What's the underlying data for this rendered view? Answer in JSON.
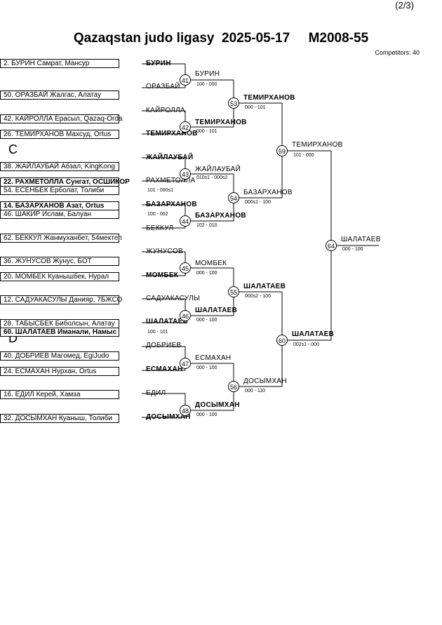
{
  "page_number": "(2/3)",
  "title": "Qazaqstan judo ligasy  2025-05-17     M2008-55",
  "competitors": "Competitors: 40",
  "pools": [
    "C",
    "D"
  ],
  "slots": [
    {
      "text": "2. БУРИН Самрат, Мансур",
      "bold": false
    },
    {
      "text": "50. ОРАЗБАЙ Жалгас, Алатау",
      "bold": false
    },
    {
      "text": "42. КАЙРОЛЛА Ерасыл, Qazaq-Orda",
      "bold": false
    },
    {
      "text": "26. ТЕМИРХАНОВ Махсуд, Ortus",
      "bold": false
    },
    {
      "text": "38. ЖАЙЛАУБАЙ Абзал, KingKong",
      "bold": false
    },
    {
      "text": "22. РАХМЕТОЛЛА Сунгат, ОСШИКОР",
      "bold": true
    },
    {
      "text": "54. ЕСЕНБЕК Ерболат, Толиби",
      "bold": false
    },
    {
      "text": "14. БАЗАРХАНОВ Азат, Ortus",
      "bold": true
    },
    {
      "text": "46. ШАКИР Ислам, Балуан",
      "bold": false
    },
    {
      "text": "62. БЕККУЛ Жанмуханбет, 54мектеп",
      "bold": false
    },
    {
      "text": "36. ЖУНУСОВ Жунус, БОТ",
      "bold": false
    },
    {
      "text": "20. МОМБЕК Куанышбек, Нурал",
      "bold": false
    },
    {
      "text": "12. САДУАКАСУЛЫ Данияр, 7БЖСО",
      "bold": false
    },
    {
      "text": "28. ТАБЫСБЕК Биболсын, Алатау",
      "bold": false
    },
    {
      "text": "60. ШАЛАТАЕВ Иманали, Намыс",
      "bold": true
    },
    {
      "text": "40. ДОБРИЕВ Магомед, EgiJudo",
      "bold": false
    },
    {
      "text": "24. ЕСМАХАН Нурхан, Ortus",
      "bold": false
    },
    {
      "text": "16. ЕДИЛ Керей, Хамза",
      "bold": false
    },
    {
      "text": "32. ДОСЫМХАН Куаныш, Толиби",
      "bold": false
    }
  ],
  "round1_labels": [
    {
      "text": "БУРИН",
      "bold": true
    },
    {
      "text": "ОРАЗБАЙ",
      "bold": false
    },
    {
      "text": "КАЙРОЛЛА",
      "bold": false
    },
    {
      "text": "ТЕМИРХАНОВ",
      "bold": true
    },
    {
      "text": "ЖАЙЛАУБАЙ",
      "bold": true
    },
    {
      "text": "РАХМЕТОЛЛА",
      "bold": false
    },
    {
      "text": "БАЗАРХАНОВ",
      "bold": true
    },
    {
      "text": "БЕККУЛ",
      "bold": false
    },
    {
      "text": "ЖУНУСОВ",
      "bold": false
    },
    {
      "text": "МОМБЕК",
      "bold": true
    },
    {
      "text": "САДУАКАСУЛЫ",
      "bold": false
    },
    {
      "text": "ШАЛАТАЕВ",
      "bold": true
    },
    {
      "text": "ДОБРИЕВ",
      "bold": false
    },
    {
      "text": "ЕСМАХАН",
      "bold": true
    },
    {
      "text": "ЕДИЛ",
      "bold": false
    },
    {
      "text": "ДОСЫМХАН",
      "bold": true
    }
  ],
  "prelim_scores": [
    "101 - 000s1",
    "100 - 002",
    "100 - 101"
  ],
  "matches": [
    {
      "num": "41",
      "winner": "БУРИН",
      "score": "100 - 000",
      "bold": false
    },
    {
      "num": "42",
      "winner": "ТЕМИРХАНОВ",
      "score": "000 - 101",
      "bold": true
    },
    {
      "num": "43",
      "winner": "ЖАЙЛАУБАЙ",
      "score": "010s1 - 000s2",
      "bold": false
    },
    {
      "num": "44",
      "winner": "БАЗАРХАНОВ",
      "score": "102 - 010",
      "bold": true
    },
    {
      "num": "45",
      "winner": "МОМБЕК",
      "score": "000 - 100",
      "bold": false
    },
    {
      "num": "46",
      "winner": "ШАЛАТАЕВ",
      "score": "000 - 100",
      "bold": true
    },
    {
      "num": "47",
      "winner": "ЕСМАХАН",
      "score": "000 - 100",
      "bold": false
    },
    {
      "num": "48",
      "winner": "ДОСЫМХАН",
      "score": "000 - 100",
      "bold": true
    },
    {
      "num": "53",
      "winner": "ТЕМИРХАНОВ",
      "score": "000 - 101",
      "bold": true
    },
    {
      "num": "54",
      "winner": "БАЗАРХАНОВ",
      "score": "000s1 - 100",
      "bold": false
    },
    {
      "num": "55",
      "winner": "ШАЛАТАЕВ",
      "score": "000s2 - 100",
      "bold": true
    },
    {
      "num": "56",
      "winner": "ДОСЫМХАН",
      "score": "000 - 110",
      "bold": false
    },
    {
      "num": "59",
      "winner": "ТЕМИРХАНОВ",
      "score": "101 - 000",
      "bold": false
    },
    {
      "num": "60",
      "winner": "ШАЛАТАЕВ",
      "score": "002s1 - 000",
      "bold": true
    },
    {
      "num": "64",
      "winner": "ШАЛАТАЕВ",
      "score": "000 - 100",
      "bold": false
    }
  ]
}
